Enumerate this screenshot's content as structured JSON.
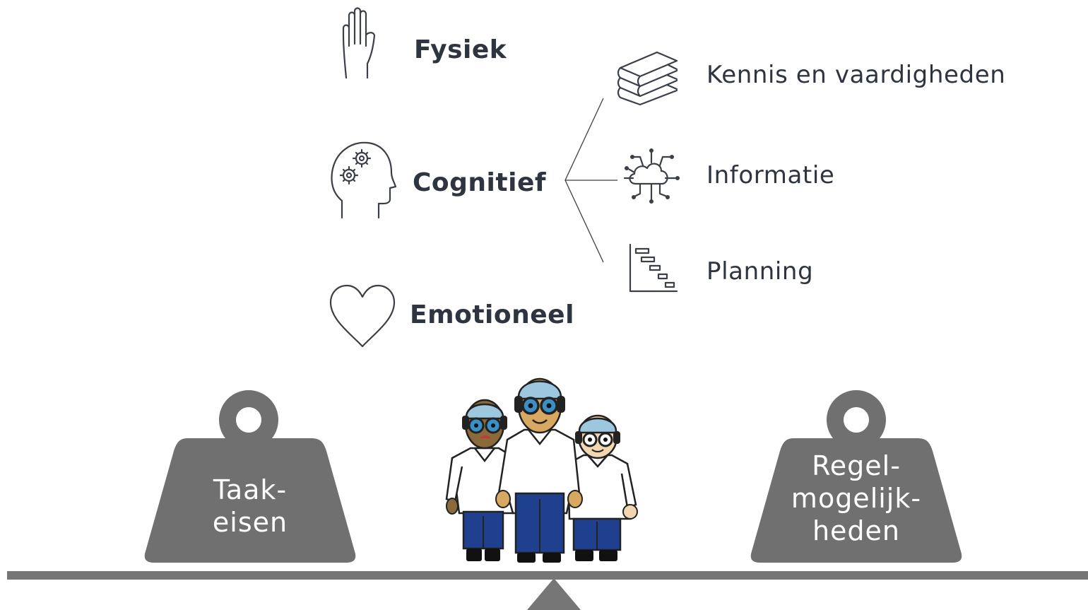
{
  "demands": {
    "physical": "Fysiek",
    "cognitive": "Cognitief",
    "emotional": "Emotioneel"
  },
  "cognitive_subtypes": {
    "knowledge": "Kennis en vaardigheden",
    "information": "Informatie",
    "planning": "Planning"
  },
  "balance": {
    "left_weight": [
      "Taak-",
      "eisen"
    ],
    "right_weight": [
      "Regel-",
      "mogelijk-",
      "heden"
    ]
  },
  "colors": {
    "weight": "#707070",
    "beam": "#767676",
    "text": "#2e3440",
    "icon_stroke": "#3a3f48"
  },
  "icons": {
    "physical": "hand-icon",
    "cognitive": "head-gears-icon",
    "emotional": "heart-icon",
    "knowledge": "books-icon",
    "information": "cloud-network-icon",
    "planning": "gantt-chart-icon"
  }
}
